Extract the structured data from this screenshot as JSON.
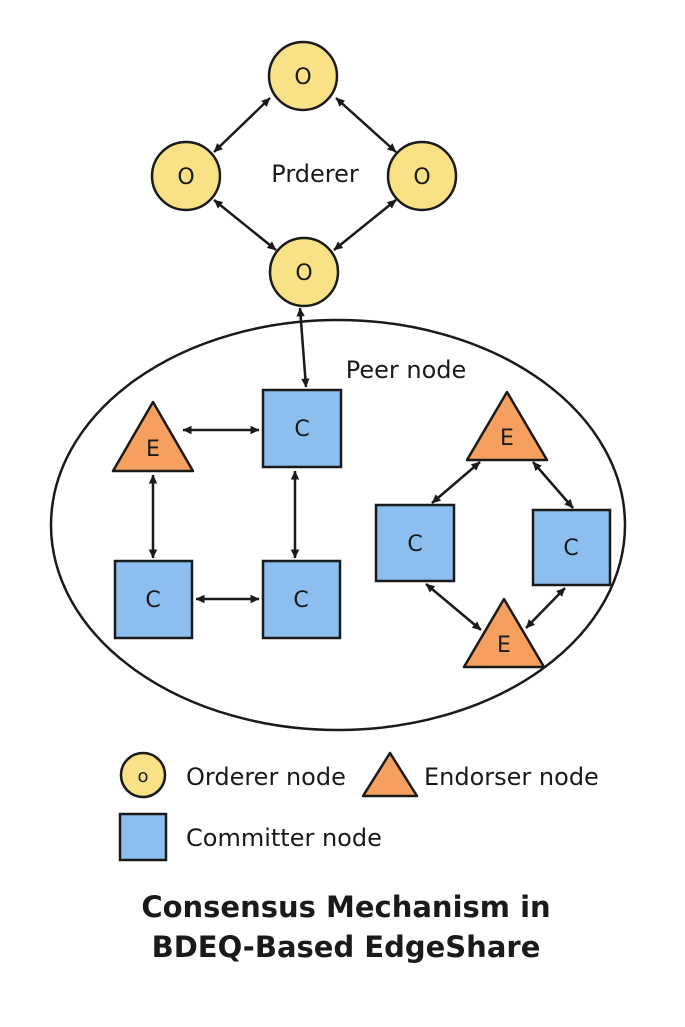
{
  "colors": {
    "orderer_fill": "#f9e286",
    "committer_fill": "#8cbef0",
    "endorser_fill": "#f5a05e",
    "stroke": "#1a1a1a"
  },
  "orderer_cluster": {
    "label": "Prderer",
    "nodes": [
      {
        "id": "o_top",
        "label": "O"
      },
      {
        "id": "o_left",
        "label": "O"
      },
      {
        "id": "o_right",
        "label": "O"
      },
      {
        "id": "o_bottom",
        "label": "O"
      }
    ]
  },
  "peer_region": {
    "label": "Peer node",
    "nodes": [
      {
        "id": "e1",
        "kind": "endorser",
        "label": "E"
      },
      {
        "id": "c1",
        "kind": "committer",
        "label": "C"
      },
      {
        "id": "c2",
        "kind": "committer",
        "label": "C"
      },
      {
        "id": "c3",
        "kind": "committer",
        "label": "C"
      },
      {
        "id": "e2",
        "kind": "endorser",
        "label": "E"
      },
      {
        "id": "c4",
        "kind": "committer",
        "label": "C"
      },
      {
        "id": "c5",
        "kind": "committer",
        "label": "C"
      },
      {
        "id": "e3",
        "kind": "endorser",
        "label": "E"
      }
    ]
  },
  "edges": [
    {
      "from": "o_top",
      "to": "o_left"
    },
    {
      "from": "o_top",
      "to": "o_right"
    },
    {
      "from": "o_left",
      "to": "o_bottom"
    },
    {
      "from": "o_right",
      "to": "o_bottom"
    },
    {
      "from": "o_bottom",
      "to": "c1"
    },
    {
      "from": "e1",
      "to": "c1"
    },
    {
      "from": "e1",
      "to": "c2"
    },
    {
      "from": "c1",
      "to": "c3"
    },
    {
      "from": "c2",
      "to": "c3"
    },
    {
      "from": "e2",
      "to": "c4"
    },
    {
      "from": "e2",
      "to": "c5"
    },
    {
      "from": "c4",
      "to": "e3"
    },
    {
      "from": "c5",
      "to": "e3"
    }
  ],
  "legend": {
    "orderer_icon_label": "o",
    "orderer": "Orderer node",
    "endorser": "Endorser node",
    "committer": "Committer node"
  },
  "caption": {
    "line1": "Consensus Mechanism in",
    "line2": "BDEQ-Based EdgeShare"
  }
}
